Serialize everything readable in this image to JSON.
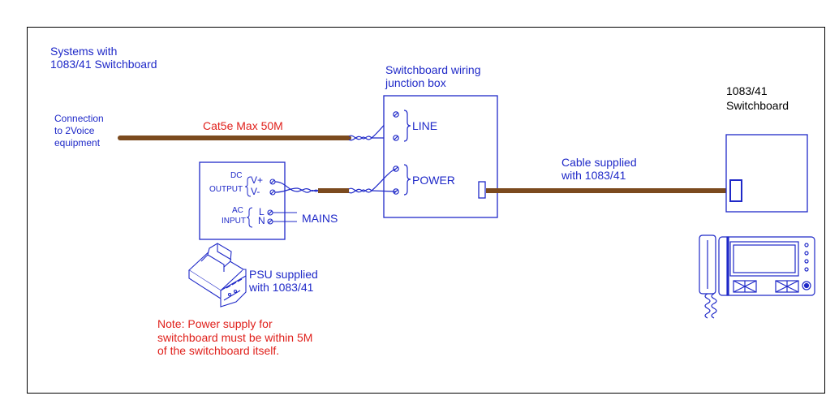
{
  "title": {
    "line1": "Systems with",
    "line2": "1083/41 Switchboard"
  },
  "left": {
    "line1": "Connection",
    "line2": "to 2Voice",
    "line3": "equipment"
  },
  "cable1": "Cat5e Max 50M",
  "junction": {
    "line1": "Switchboard wiring",
    "line2": "junction box",
    "line": "LINE",
    "power": "POWER"
  },
  "psu_box": {
    "dc": "DC",
    "output": "OUTPUT",
    "vplus": "V+",
    "vminus": "V-",
    "ac": "AC",
    "input": "INPUT",
    "l": "L",
    "n": "N",
    "mains": "MAINS"
  },
  "psu_label": {
    "line1": "PSU supplied",
    "line2": "with 1083/41"
  },
  "note": {
    "line1": "Note: Power supply for",
    "line2": "switchboard must be within 5M",
    "line3": "of the switchboard itself."
  },
  "cable2": {
    "line1": "Cable supplied",
    "line2": "with 1083/41"
  },
  "switchboard": {
    "line1": "1083/41",
    "line2": "Switchboard"
  },
  "colors": {
    "cable": "#7b4a1e",
    "text_blue": "#1f29c8",
    "text_red": "#e0201b",
    "line": "#1f29c8"
  }
}
